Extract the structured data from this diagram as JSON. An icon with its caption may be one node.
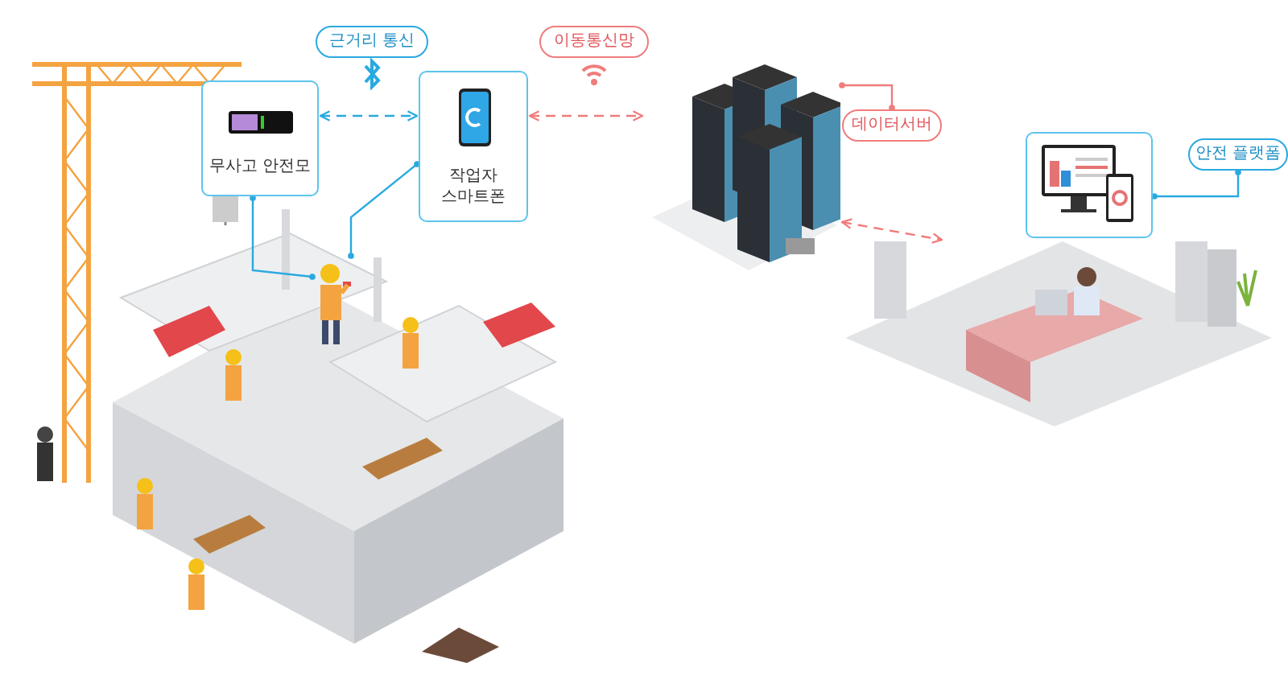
{
  "diagram": {
    "nodes": [
      {
        "text": [
          "무사고 안전모"
        ]
      },
      {
        "text": [
          "작업자 스마트폰"
        ]
      },
      {
        "text": [],
        "shape": "picture"
      },
      {
        "text": [
          "데이터서버"
        ]
      },
      {
        "text": [],
        "shape": "picture"
      },
      {
        "text": [],
        "shape": "picture"
      },
      {
        "text": [
          "안전 플랫폼"
        ]
      },
      {
        "text": [],
        "shape": "person"
      },
      {
        "text": [
          "근거리 통신"
        ]
      },
      {
        "text": [
          "이동통신망"
        ]
      }
    ],
    "edges": [
      {
        "from": 0,
        "to": 1,
        "arrow": "both",
        "style": "dashed",
        "color": "#29a9e0"
      },
      {
        "from": 1,
        "to": 2,
        "arrow": "both",
        "style": "dashed",
        "color": "#f07c7c"
      },
      {
        "from": 2,
        "to": 4,
        "arrow": "both",
        "style": "dashed",
        "color": "#f07c7c"
      },
      {
        "from": 3,
        "to": 2,
        "arrow": "other",
        "color": "#f07c7c"
      },
      {
        "from": 6,
        "to": 5,
        "arrow": "other",
        "color": "#29a9e0"
      },
      {
        "from": 0,
        "to": 7,
        "arrow": "other",
        "color": "#29a9e0"
      },
      {
        "from": 1,
        "to": 7,
        "arrow": "other",
        "color": "#29a9e0"
      }
    ]
  }
}
